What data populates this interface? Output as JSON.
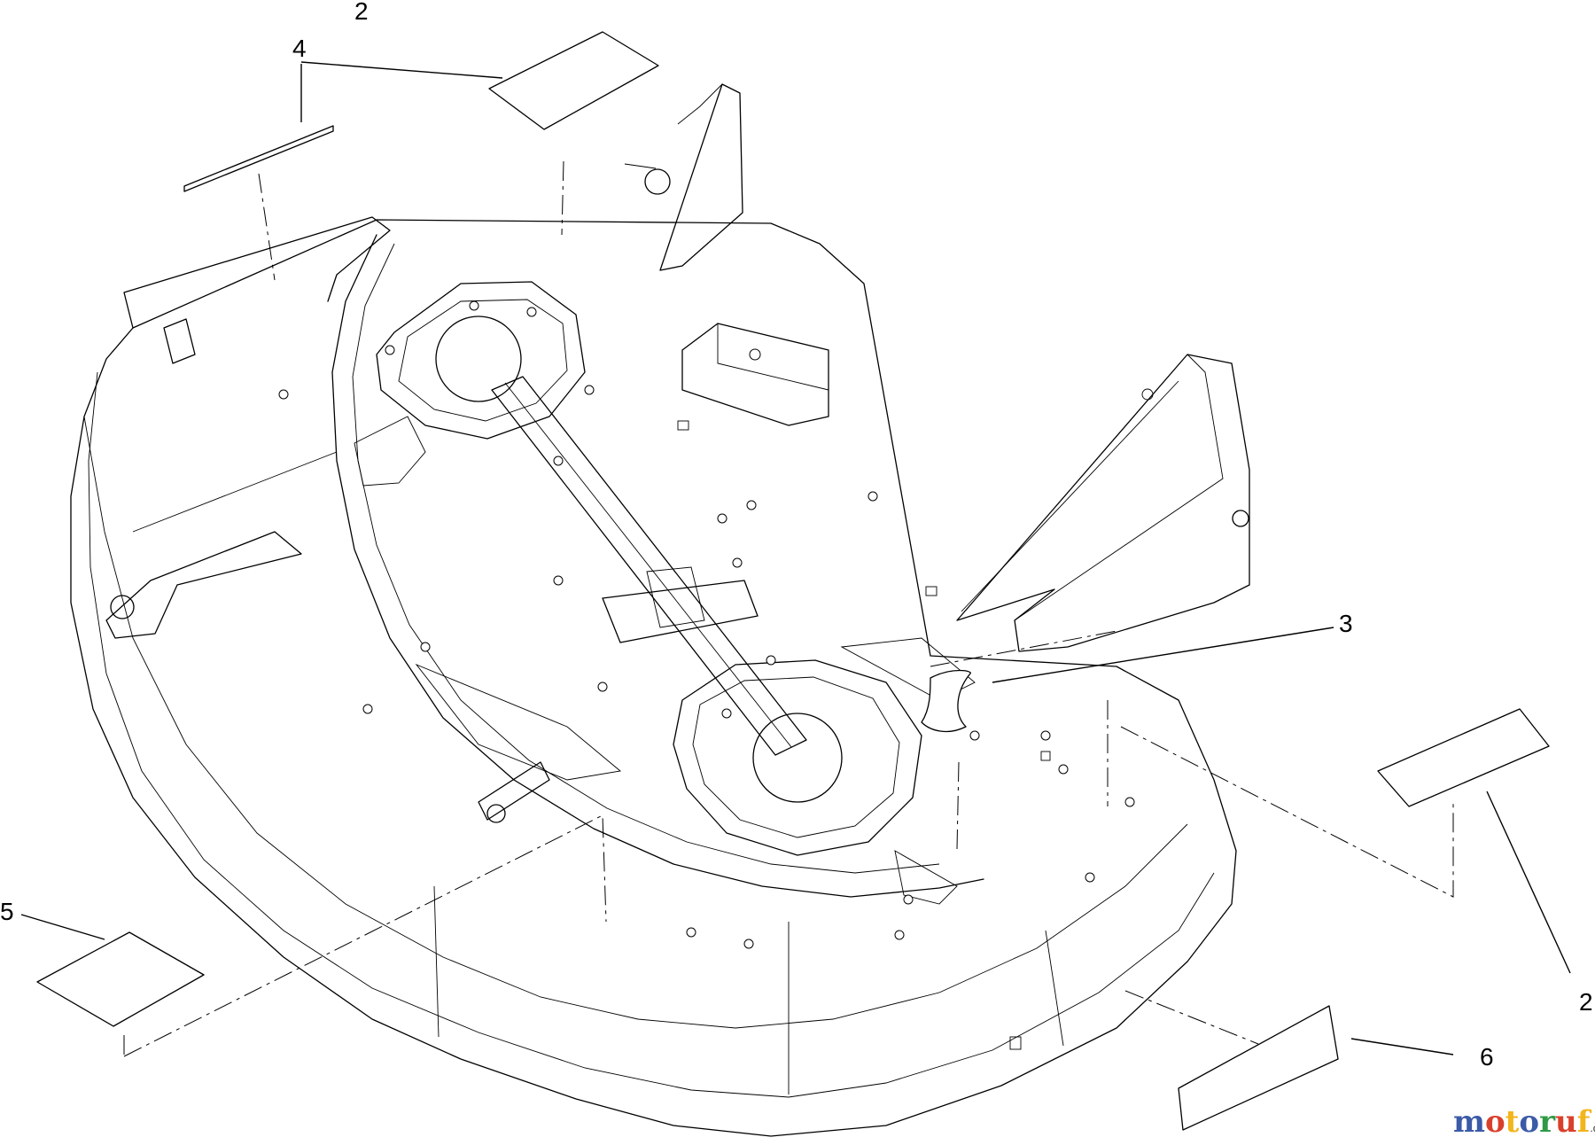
{
  "callouts": [
    {
      "id": "decal-top-center",
      "label": "2"
    },
    {
      "id": "decal-top-left",
      "label": "4"
    },
    {
      "id": "decal-baffle",
      "label": "3"
    },
    {
      "id": "decal-right",
      "label": "2"
    },
    {
      "id": "decal-front-left",
      "label": "5"
    },
    {
      "id": "decal-front-right",
      "label": "6"
    }
  ],
  "watermark": {
    "letters": [
      "m",
      "o",
      "t",
      "o",
      "r",
      "u",
      "f"
    ],
    "colors": [
      "#3b5aa8",
      "#d9402b",
      "#f2b51c",
      "#3b5aa8",
      "#2f9a46",
      "#d9402b",
      "#f2b51c"
    ],
    "suffix": ".de"
  }
}
